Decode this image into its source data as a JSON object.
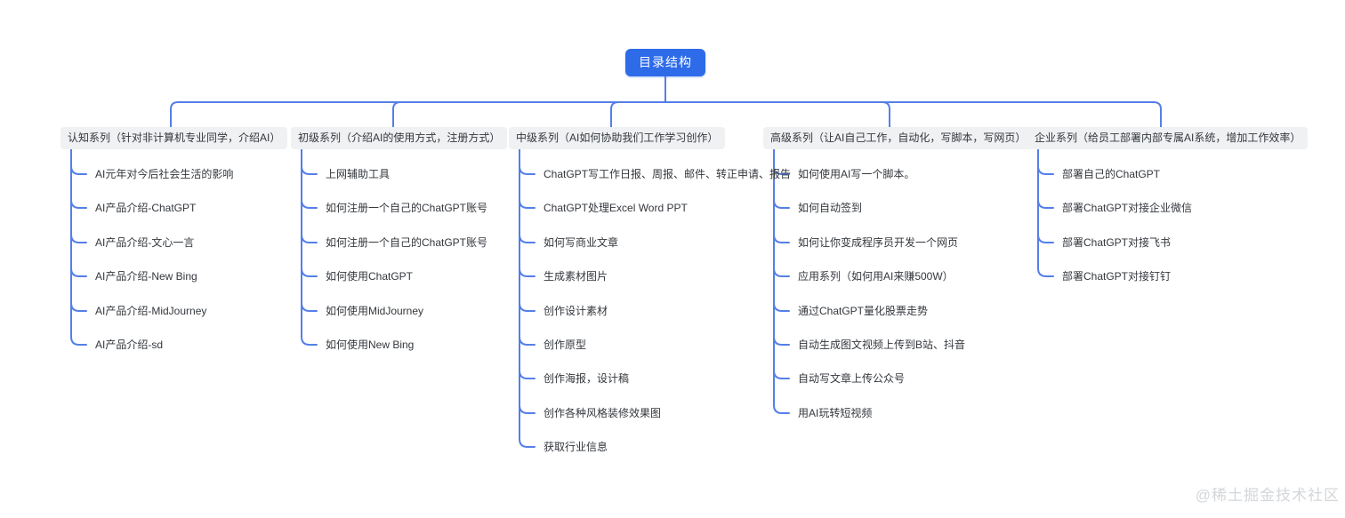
{
  "colors": {
    "accent": "#2d6be9",
    "connector": "#547fe8",
    "branch_bg": "#f0f1f3",
    "text": "#33373c",
    "watermark": "#d3d6da"
  },
  "root": {
    "label": "目录结构"
  },
  "branches": [
    {
      "label": "认知系列（针对非计算机专业同学，介绍AI）",
      "items": [
        "AI元年对今后社会生活的影响",
        "AI产品介绍-ChatGPT",
        "AI产品介绍-文心一言",
        "AI产品介绍-New Bing",
        "AI产品介绍-MidJourney",
        "AI产品介绍-sd"
      ]
    },
    {
      "label": "初级系列（介绍AI的使用方式，注册方式）",
      "items": [
        "上网辅助工具",
        "如何注册一个自己的ChatGPT账号",
        "如何注册一个自己的ChatGPT账号",
        "如何使用ChatGPT",
        "如何使用MidJourney",
        "如何使用New Bing"
      ]
    },
    {
      "label": "中级系列（AI如何协助我们工作学习创作）",
      "items": [
        "ChatGPT写工作日报、周报、邮件、转正申请、报告",
        "ChatGPT处理Excel Word PPT",
        "如何写商业文章",
        "生成素材图片",
        "创作设计素材",
        "创作原型",
        "创作海报，设计稿",
        "创作各种风格装修效果图",
        "获取行业信息"
      ]
    },
    {
      "label": "高级系列（让AI自己工作，自动化，写脚本，写网页）",
      "items": [
        "如何使用AI写一个脚本。",
        "如何自动签到",
        "如何让你变成程序员开发一个网页",
        "应用系列（如何用AI来赚500W）",
        "通过ChatGPT量化股票走势",
        "自动生成图文视频上传到B站、抖音",
        "自动写文章上传公众号",
        "用AI玩转短视频"
      ]
    },
    {
      "label": "企业系列（给员工部署内部专属AI系统，增加工作效率）",
      "items": [
        "部署自己的ChatGPT",
        "部署ChatGPT对接企业微信",
        "部署ChatGPT对接飞书",
        "部署ChatGPT对接钉钉"
      ]
    }
  ],
  "watermark": "@稀土掘金技术社区"
}
